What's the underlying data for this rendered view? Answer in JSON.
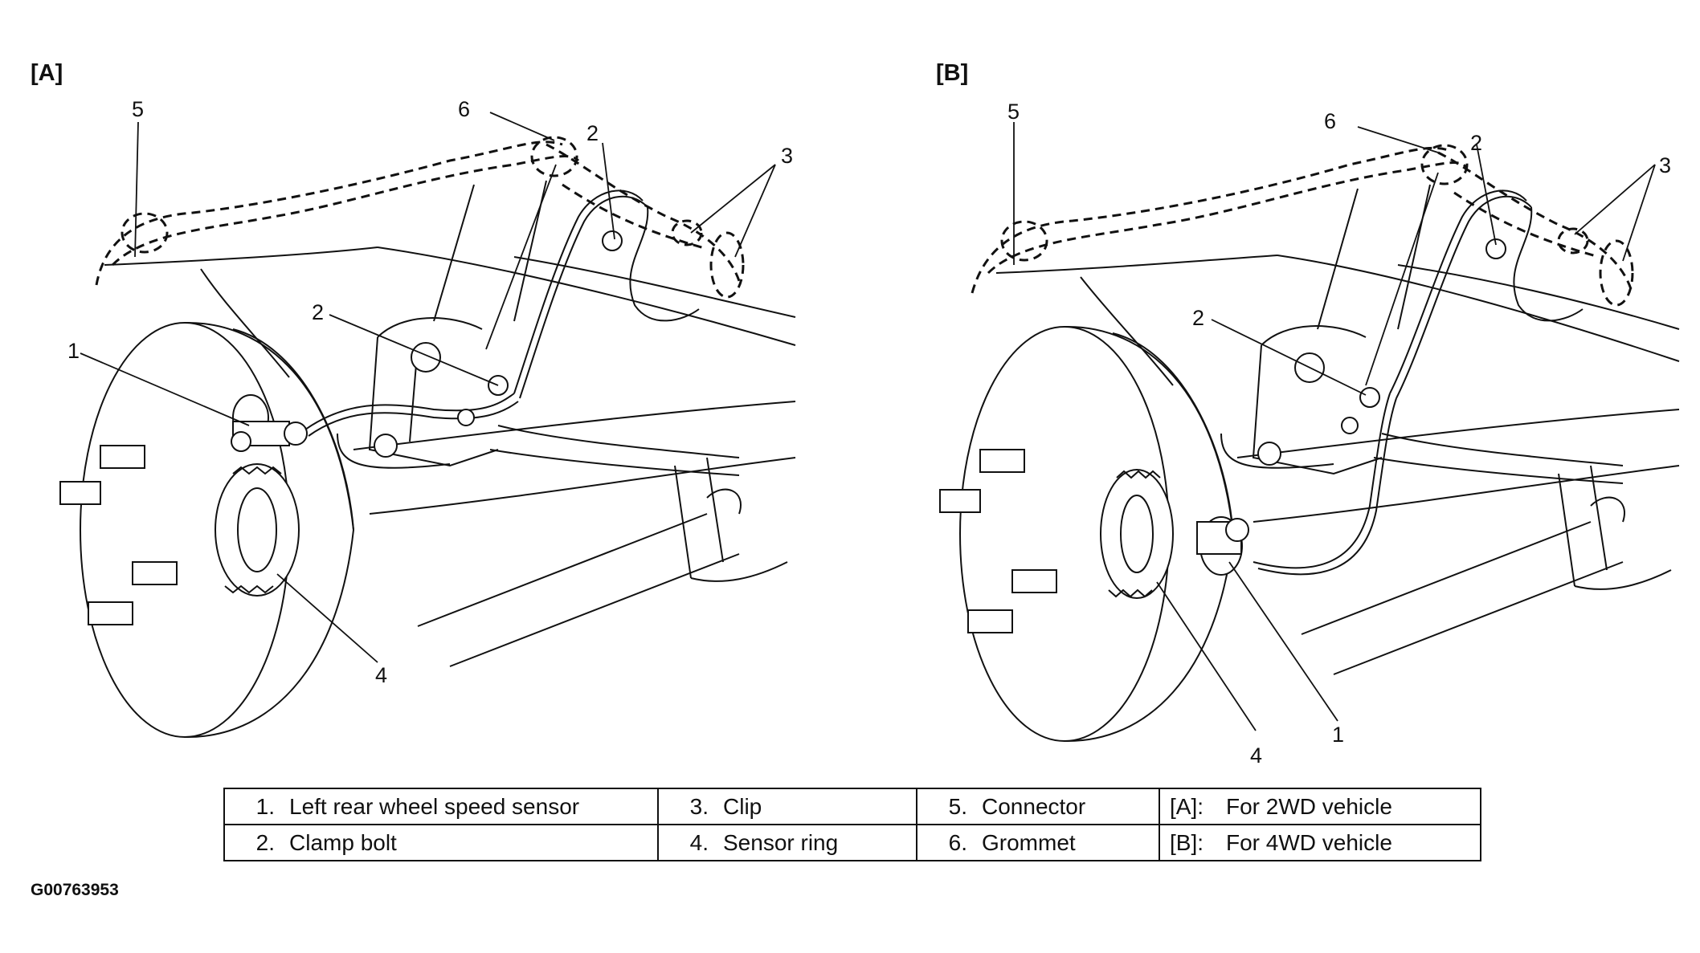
{
  "panels": {
    "a": "[A]",
    "b": "[B]"
  },
  "callouts": {
    "a": {
      "c1": "1",
      "c2_top": "2",
      "c2_mid": "2",
      "c3": "3",
      "c4": "4",
      "c5": "5",
      "c6": "6"
    },
    "b": {
      "c1": "1",
      "c2_top": "2",
      "c2_mid": "2",
      "c3": "3",
      "c4": "4",
      "c5": "5",
      "c6": "6"
    }
  },
  "legend": {
    "rows": [
      [
        {
          "num": "1.",
          "text": "Left rear wheel speed sensor"
        },
        {
          "num": "3.",
          "text": "Clip"
        },
        {
          "num": "5.",
          "text": "Connector"
        },
        {
          "tag": "[A]:",
          "text": "For 2WD vehicle"
        }
      ],
      [
        {
          "num": "2.",
          "text": "Clamp bolt"
        },
        {
          "num": "4.",
          "text": "Sensor ring"
        },
        {
          "num": "6.",
          "text": "Grommet"
        },
        {
          "tag": "[B]:",
          "text": "For 4WD vehicle"
        }
      ]
    ]
  },
  "figure_id": "G00763953"
}
